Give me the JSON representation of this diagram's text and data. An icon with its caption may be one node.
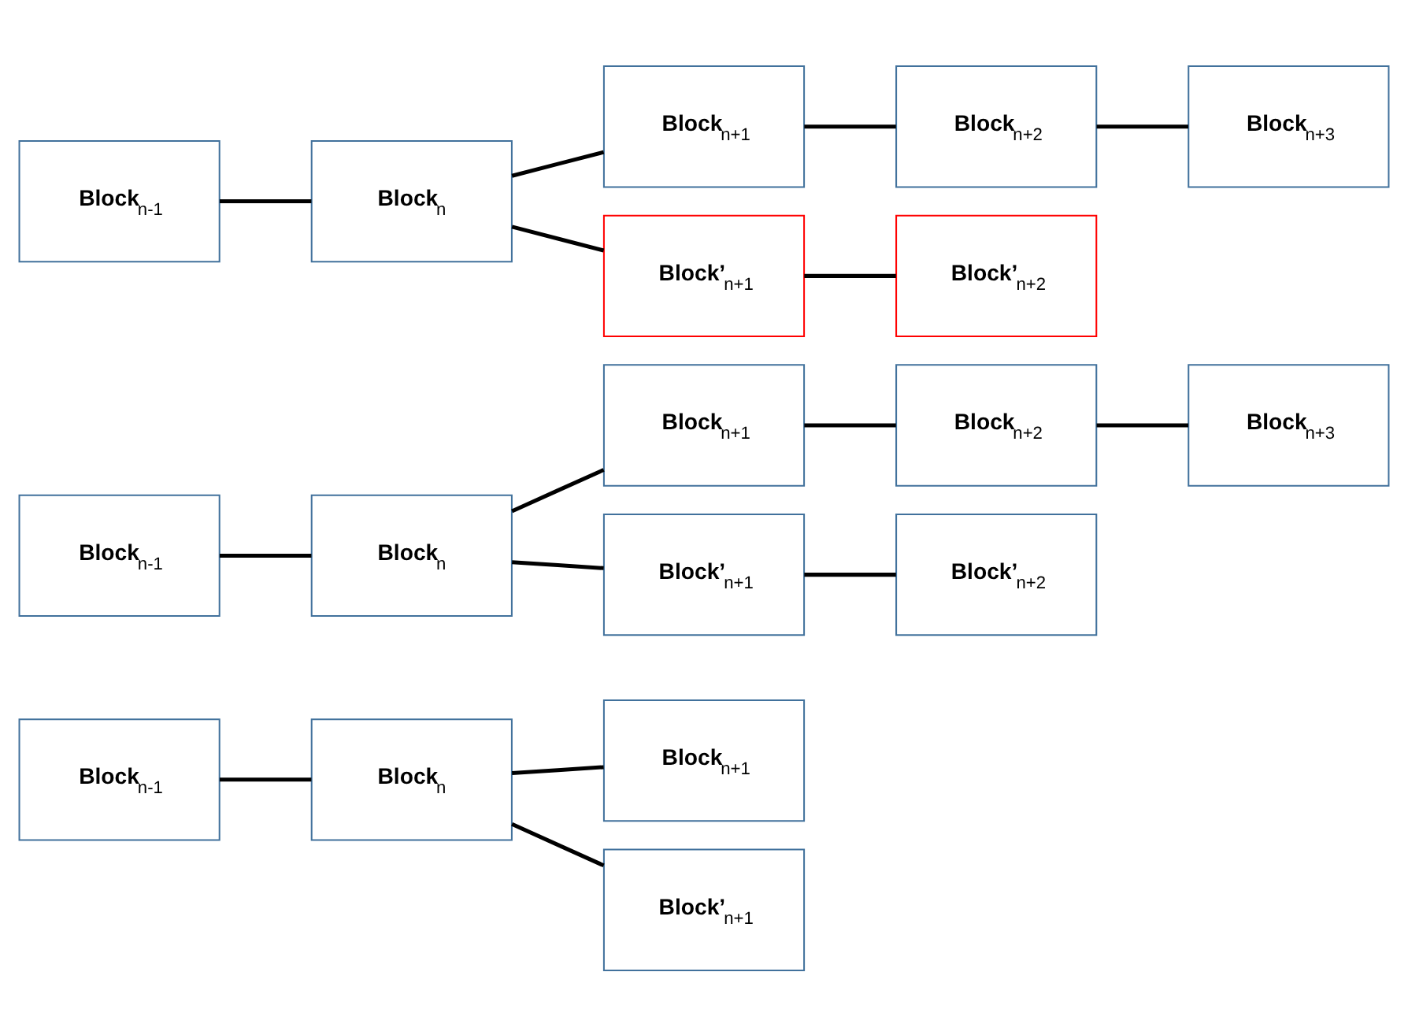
{
  "diagram": {
    "nodes": [
      {
        "text": [
          "Block$_{n-1}$"
        ]
      },
      {
        "text": [
          "Block$_{n}$"
        ]
      },
      {
        "text": [
          "Block$_{n+1}$"
        ]
      },
      {
        "text": [
          "Block’$_{n+1}$"
        ]
      },
      {
        "text": [
          "Block$_{n-1}$"
        ]
      },
      {
        "text": [
          "Block$_{n}$"
        ]
      },
      {
        "text": [
          "Block$_{n+1}$"
        ]
      },
      {
        "text": [
          "Block$_{n+2}$"
        ]
      },
      {
        "text": [
          "Block$_{n+3}$"
        ]
      },
      {
        "text": [
          "Block’$_{n+1}$"
        ]
      },
      {
        "text": [
          "Block’$_{n+2}$"
        ]
      },
      {
        "text": [
          "Block$_{n-1}$"
        ]
      },
      {
        "text": [
          "Block$_{n}$"
        ]
      },
      {
        "text": [
          "Block$_{n+1}$"
        ]
      },
      {
        "text": [
          "Block$_{n+2}$"
        ]
      },
      {
        "text": [
          "Block$_{n+3}$"
        ]
      },
      {
        "text": [
          "Block’$_{n+1}$"
        ]
      },
      {
        "text": [
          "Block’$_{n+2}$"
        ]
      }
    ],
    "edges": [
      {
        "from": 0,
        "to": 1,
        "arrow": "none"
      },
      {
        "from": 1,
        "to": 2,
        "arrow": "none"
      },
      {
        "from": 1,
        "to": 3,
        "arrow": "none"
      },
      {
        "from": 4,
        "to": 5,
        "arrow": "none"
      },
      {
        "from": 5,
        "to": 6,
        "arrow": "none"
      },
      {
        "from": 5,
        "to": 9,
        "arrow": "none"
      },
      {
        "from": 6,
        "to": 7,
        "arrow": "none"
      },
      {
        "from": 7,
        "to": 8,
        "arrow": "none"
      },
      {
        "from": 9,
        "to": 10,
        "arrow": "none"
      },
      {
        "from": 11,
        "to": 12,
        "arrow": "none"
      },
      {
        "from": 12,
        "to": 13,
        "arrow": "none"
      },
      {
        "from": 12,
        "to": 16,
        "arrow": "none"
      },
      {
        "from": 13,
        "to": 14,
        "arrow": "none"
      },
      {
        "from": 14,
        "to": 15,
        "arrow": "none"
      },
      {
        "from": 16,
        "to": 17,
        "arrow": "none"
      }
    ]
  }
}
